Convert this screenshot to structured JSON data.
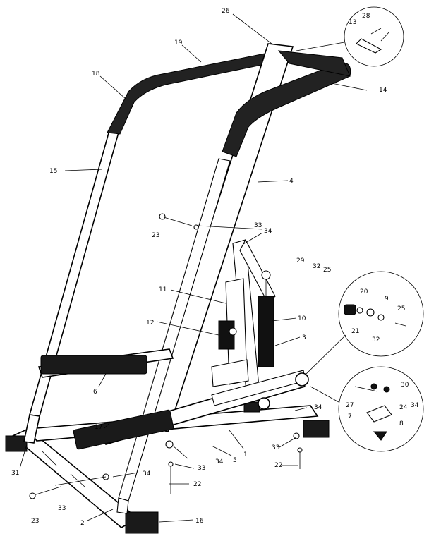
{
  "labels": {
    "l26": "26",
    "l28": "28",
    "l13": "13",
    "l19": "19",
    "l14": "14",
    "l18": "18",
    "l15": "15",
    "l4": "4",
    "l33a": "33",
    "l34a": "34",
    "l23a": "23",
    "l29": "29",
    "l32a": "32",
    "l25a": "25",
    "l20": "20",
    "l9": "9",
    "l25b": "25",
    "l11": "11",
    "l10": "10",
    "l21": "21",
    "l32b": "32",
    "l12": "12",
    "l3": "3",
    "l30": "30",
    "l27": "27",
    "l24": "24",
    "l34b": "34",
    "l7": "7",
    "l8": "8",
    "l6": "6",
    "l17": "17",
    "l34c": "34",
    "l33b": "33",
    "l22a": "22",
    "l1": "1",
    "l5": "5",
    "l34d": "34",
    "l33c": "33",
    "l22b": "22",
    "l31": "31",
    "l34e": "34",
    "l33d": "33",
    "l23b": "23",
    "l2": "2",
    "l16": "16"
  }
}
